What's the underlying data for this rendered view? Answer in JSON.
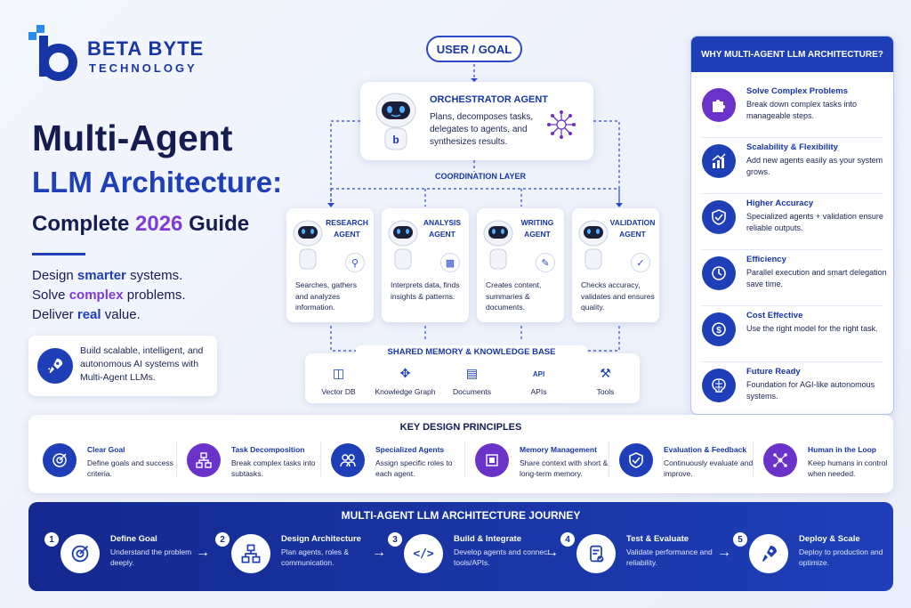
{
  "brand": {
    "name": "BETA BYTE",
    "sub": "TECHNOLOGY"
  },
  "title": {
    "line1": "Multi-Agent",
    "line2": "LLM Architecture:",
    "line3_pre": "Complete ",
    "line3_year": "2026",
    "line3_post": " Guide"
  },
  "taglines": [
    {
      "pre": "Design ",
      "bold": "smarter",
      "post": " systems."
    },
    {
      "pre": "Solve ",
      "bold": "complex",
      "post": " problems."
    },
    {
      "pre": "Deliver ",
      "bold": "real",
      "post": " value."
    }
  ],
  "build_text": "Build scalable, intelligent, and autonomous AI systems with Multi-Agent LLMs.",
  "user_goal": "USER / GOAL",
  "orchestrator": {
    "title": "ORCHESTRATOR AGENT",
    "desc": "Plans, decomposes tasks, delegates to agents, and synthesizes results."
  },
  "coordination": "COORDINATION LAYER",
  "agents": [
    {
      "title": "RESEARCH AGENT",
      "desc": "Searches, gathers and analyzes information.",
      "icon": "search-icon"
    },
    {
      "title": "ANALYSIS AGENT",
      "desc": "Interprets data, finds insights & patterns.",
      "icon": "bar-chart-icon"
    },
    {
      "title": "WRITING AGENT",
      "desc": "Creates content, summaries & documents.",
      "icon": "pen-icon"
    },
    {
      "title": "VALIDATION AGENT",
      "desc": "Checks accuracy, validates and ensures quality.",
      "icon": "shield-check-icon"
    }
  ],
  "memory": {
    "title": "SHARED MEMORY & KNOWLEDGE BASE",
    "items": [
      {
        "label": "Vector DB",
        "icon": "database-icon"
      },
      {
        "label": "Knowledge Graph",
        "icon": "graph-icon"
      },
      {
        "label": "Documents",
        "icon": "document-icon"
      },
      {
        "label": "APIs",
        "icon": "api-icon",
        "badge": "API"
      },
      {
        "label": "Tools",
        "icon": "tools-icon"
      }
    ]
  },
  "why": {
    "title": "WHY MULTI-AGENT LLM ARCHITECTURE?",
    "items": [
      {
        "title": "Solve Complex Problems",
        "desc": "Break down complex tasks into manageable steps.",
        "icon": "puzzle-icon"
      },
      {
        "title": "Scalability & Flexibility",
        "desc": "Add new agents easily as your system grows.",
        "icon": "growth-chart-icon"
      },
      {
        "title": "Higher Accuracy",
        "desc": "Specialized agents + validation ensure reliable outputs.",
        "icon": "shield-check-icon"
      },
      {
        "title": "Efficiency",
        "desc": "Parallel execution and smart delegation save time.",
        "icon": "clock-icon"
      },
      {
        "title": "Cost Effective",
        "desc": "Use the right model for the right task.",
        "icon": "dollar-icon"
      },
      {
        "title": "Future Ready",
        "desc": "Foundation for AGI-like autonomous systems.",
        "icon": "brain-icon"
      }
    ]
  },
  "principles": {
    "title": "KEY DESIGN PRINCIPLES",
    "items": [
      {
        "title": "Clear Goal",
        "desc": "Define goals and success criteria.",
        "icon": "target-icon",
        "color": "#1e3fb8"
      },
      {
        "title": "Task Decomposition",
        "desc": "Break complex tasks into subtasks.",
        "icon": "hierarchy-icon",
        "color": "#6a32c9"
      },
      {
        "title": "Specialized Agents",
        "desc": "Assign specific roles to each agent.",
        "icon": "users-icon",
        "color": "#1e3fb8"
      },
      {
        "title": "Memory Management",
        "desc": "Share context with short & long-term memory.",
        "icon": "memory-icon",
        "color": "#6a32c9"
      },
      {
        "title": "Evaluation & Feedback",
        "desc": "Continuously evaluate and improve.",
        "icon": "shield-check-icon",
        "color": "#1e3fb8"
      },
      {
        "title": "Human in the Loop",
        "desc": "Keep humans in control when needed.",
        "icon": "network-icon",
        "color": "#6a32c9"
      }
    ]
  },
  "journey": {
    "title": "MULTI-AGENT LLM ARCHITECTURE JOURNEY",
    "steps": [
      {
        "num": "1",
        "title": "Define Goal",
        "desc": "Understand the problem deeply.",
        "icon": "target-icon"
      },
      {
        "num": "2",
        "title": "Design Architecture",
        "desc": "Plan agents, roles & communication.",
        "icon": "hierarchy-icon"
      },
      {
        "num": "3",
        "title": "Build & Integrate",
        "desc": "Develop agents and connect tools/APIs.",
        "icon": "code-icon"
      },
      {
        "num": "4",
        "title": "Test & Evaluate",
        "desc": "Validate performance and reliability.",
        "icon": "test-flask-icon"
      },
      {
        "num": "5",
        "title": "Deploy & Scale",
        "desc": "Deploy to production and optimize.",
        "icon": "rocket-icon"
      }
    ]
  },
  "colors": {
    "primary": "#1e3fb8",
    "purple": "#7d3bd8",
    "dark": "#141c52"
  }
}
